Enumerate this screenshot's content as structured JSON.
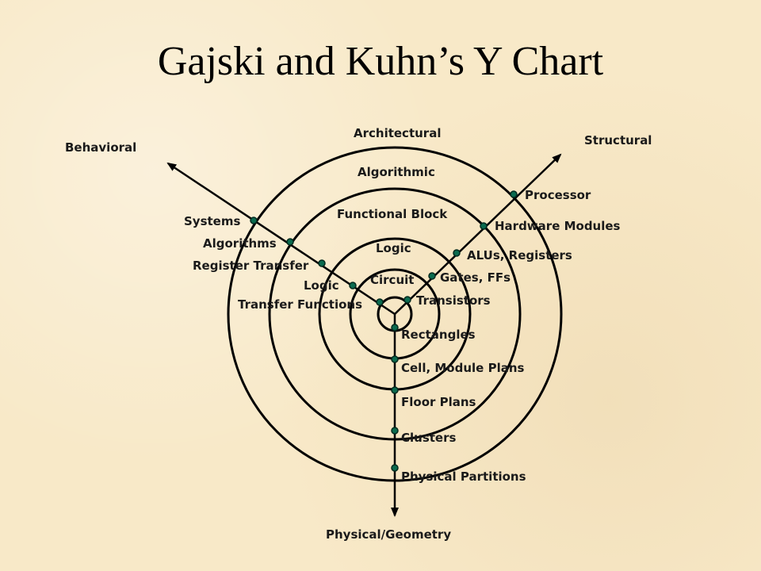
{
  "title": "Gajski and Kuhn’s Y Chart",
  "colors": {
    "background": "#f8e9c8",
    "dot": "#0b6b4f",
    "line": "#000000"
  },
  "axes": {
    "behavioral": "Behavioral",
    "structural": "Structural",
    "physical": "Physical/Geometry"
  },
  "levels": [
    "Architectural",
    "Algorithmic",
    "Functional Block",
    "Logic",
    "Circuit"
  ],
  "behavioral_points": [
    "Systems",
    "Algorithms",
    "Register Transfer",
    "Logic",
    "Transfer Functions"
  ],
  "structural_points": [
    "Processor",
    "Hardware Modules",
    "ALUs, Registers",
    "Gates, FFs",
    "Transistors"
  ],
  "physical_points": [
    "Physical Partitions",
    "Clusters",
    "Floor Plans",
    "Cell, Module Plans",
    "Rectangles"
  ]
}
